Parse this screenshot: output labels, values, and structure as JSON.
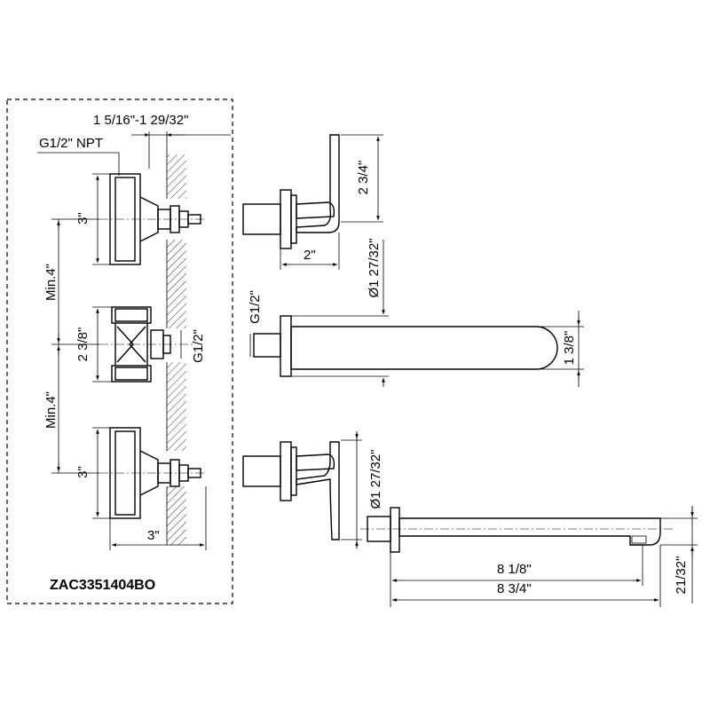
{
  "labels": {
    "outlet_range": "1 5/16\"-1 29/32\"",
    "thread_npt": "G1/2\" NPT",
    "valve_height_top": "3\"",
    "min_spacing_top": "Min.4\"",
    "diverter_height": "2 3/8\"",
    "diverter_thread": "G1/2\"",
    "min_spacing_bottom": "Min.4\"",
    "valve_height_bottom": "3\"",
    "valve_width": "3\"",
    "model_number": "ZAC3351404BO",
    "handle_height": "2 3/4\"",
    "handle_depth": "2\"",
    "flange_dia_top": "Ø1 27/32\"",
    "spout_thread": "G1/2\"",
    "spout_height": "1 3/8\"",
    "flange_dia_bottom": "Ø1 27/32\"",
    "spout_reach_inner": "8  1/8\"",
    "spout_reach_total": "8 3/4\"",
    "spout_tip": "21/32\""
  }
}
